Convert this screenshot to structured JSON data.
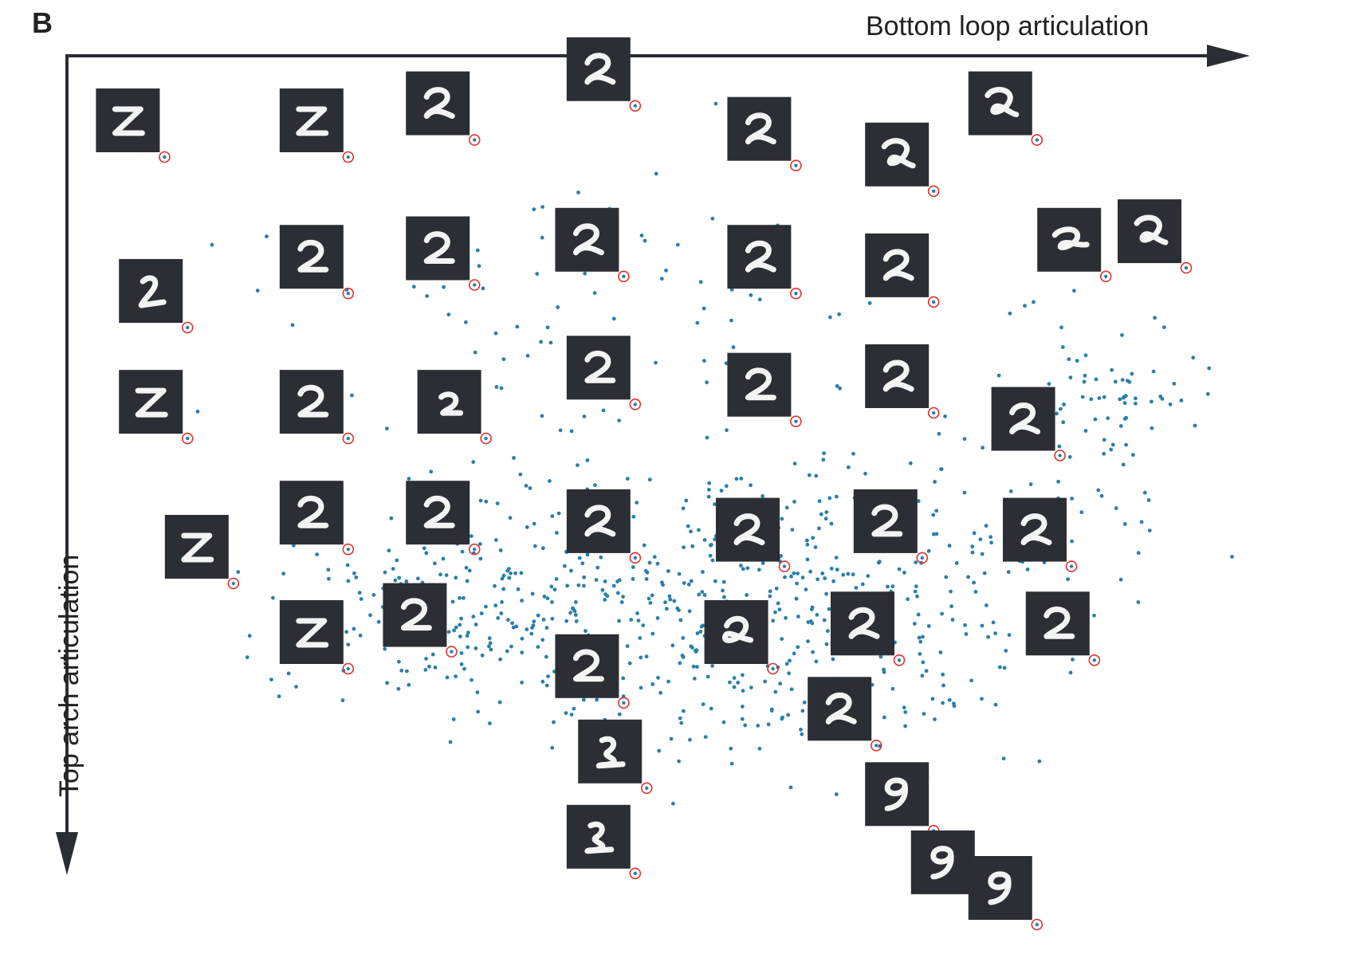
{
  "panel": {
    "label": "B",
    "x_axis_title": "Bottom loop articulation",
    "y_axis_title": "Top arch articulation"
  },
  "colors": {
    "axis": "#2a2d33",
    "point": "#2a7fa8",
    "marker": "#e0312f",
    "thumbnail_bg": "#2b2e34",
    "digit_stroke": "#f4f4f4"
  },
  "chart_data": {
    "type": "scatter",
    "title": "",
    "xlabel": "Bottom loop articulation",
    "ylabel": "Top arch articulation",
    "grid": false,
    "legend": "none",
    "xlim": [
      0,
      1
    ],
    "ylim": [
      0,
      1
    ],
    "y_direction": "down",
    "point_count": 900,
    "density_clusters": [
      {
        "cx": 0.52,
        "cy": 0.63,
        "sx": 0.14,
        "sy": 0.09,
        "weight": 0.55
      },
      {
        "cx": 0.72,
        "cy": 0.58,
        "sx": 0.09,
        "sy": 0.08,
        "weight": 0.15
      },
      {
        "cx": 0.3,
        "cy": 0.63,
        "sx": 0.07,
        "sy": 0.05,
        "weight": 0.12
      },
      {
        "cx": 0.88,
        "cy": 0.38,
        "sx": 0.04,
        "sy": 0.05,
        "weight": 0.08
      },
      {
        "cx": 0.42,
        "cy": 0.3,
        "sx": 0.13,
        "sy": 0.1,
        "weight": 0.1
      }
    ],
    "exemplars": [
      {
        "x": 0.06,
        "y": 0.1,
        "digit": "2",
        "variant": "z-shape"
      },
      {
        "x": 0.22,
        "y": 0.1,
        "digit": "2",
        "variant": "z-shape"
      },
      {
        "x": 0.33,
        "y": 0.08,
        "digit": "2",
        "variant": "loop"
      },
      {
        "x": 0.47,
        "y": 0.04,
        "digit": "2",
        "variant": "loop"
      },
      {
        "x": 0.61,
        "y": 0.11,
        "digit": "2",
        "variant": "loop"
      },
      {
        "x": 0.73,
        "y": 0.14,
        "digit": "2",
        "variant": "big-loop"
      },
      {
        "x": 0.82,
        "y": 0.08,
        "digit": "2",
        "variant": "big-loop"
      },
      {
        "x": 0.08,
        "y": 0.3,
        "digit": "2",
        "variant": "slanted"
      },
      {
        "x": 0.22,
        "y": 0.26,
        "digit": "2",
        "variant": "round"
      },
      {
        "x": 0.33,
        "y": 0.25,
        "digit": "2",
        "variant": "round"
      },
      {
        "x": 0.46,
        "y": 0.24,
        "digit": "2",
        "variant": "loop"
      },
      {
        "x": 0.61,
        "y": 0.26,
        "digit": "2",
        "variant": "loop"
      },
      {
        "x": 0.73,
        "y": 0.27,
        "digit": "2",
        "variant": "loop"
      },
      {
        "x": 0.88,
        "y": 0.24,
        "digit": "2",
        "variant": "flat-loop"
      },
      {
        "x": 0.95,
        "y": 0.23,
        "digit": "2",
        "variant": "big-loop"
      },
      {
        "x": 0.08,
        "y": 0.43,
        "digit": "2",
        "variant": "z-shape"
      },
      {
        "x": 0.22,
        "y": 0.43,
        "digit": "2",
        "variant": "round"
      },
      {
        "x": 0.34,
        "y": 0.43,
        "digit": "2",
        "variant": "short"
      },
      {
        "x": 0.47,
        "y": 0.39,
        "digit": "2",
        "variant": "round"
      },
      {
        "x": 0.61,
        "y": 0.41,
        "digit": "2",
        "variant": "round"
      },
      {
        "x": 0.73,
        "y": 0.4,
        "digit": "2",
        "variant": "loop"
      },
      {
        "x": 0.84,
        "y": 0.45,
        "digit": "2",
        "variant": "loop"
      },
      {
        "x": 0.12,
        "y": 0.6,
        "digit": "2",
        "variant": "z-shape"
      },
      {
        "x": 0.22,
        "y": 0.56,
        "digit": "2",
        "variant": "round"
      },
      {
        "x": 0.33,
        "y": 0.56,
        "digit": "2",
        "variant": "round"
      },
      {
        "x": 0.47,
        "y": 0.57,
        "digit": "2",
        "variant": "loop"
      },
      {
        "x": 0.6,
        "y": 0.58,
        "digit": "2",
        "variant": "loop"
      },
      {
        "x": 0.72,
        "y": 0.57,
        "digit": "2",
        "variant": "round"
      },
      {
        "x": 0.85,
        "y": 0.58,
        "digit": "2",
        "variant": "loop"
      },
      {
        "x": 0.22,
        "y": 0.7,
        "digit": "2",
        "variant": "z-shape"
      },
      {
        "x": 0.31,
        "y": 0.68,
        "digit": "2",
        "variant": "round"
      },
      {
        "x": 0.46,
        "y": 0.74,
        "digit": "2",
        "variant": "round"
      },
      {
        "x": 0.59,
        "y": 0.7,
        "digit": "2",
        "variant": "curly"
      },
      {
        "x": 0.7,
        "y": 0.69,
        "digit": "2",
        "variant": "loop"
      },
      {
        "x": 0.87,
        "y": 0.69,
        "digit": "2",
        "variant": "round"
      },
      {
        "x": 0.68,
        "y": 0.79,
        "digit": "2",
        "variant": "loop"
      },
      {
        "x": 0.48,
        "y": 0.84,
        "digit": "2",
        "variant": "squiggle"
      },
      {
        "x": 0.47,
        "y": 0.94,
        "digit": "2",
        "variant": "squiggle"
      },
      {
        "x": 0.73,
        "y": 0.89,
        "digit": "2",
        "variant": "nine-like"
      },
      {
        "x": 0.77,
        "y": 0.97,
        "digit": "2",
        "variant": "nine-like"
      },
      {
        "x": 0.82,
        "y": 1.0,
        "digit": "2",
        "variant": "nine-like"
      }
    ]
  }
}
